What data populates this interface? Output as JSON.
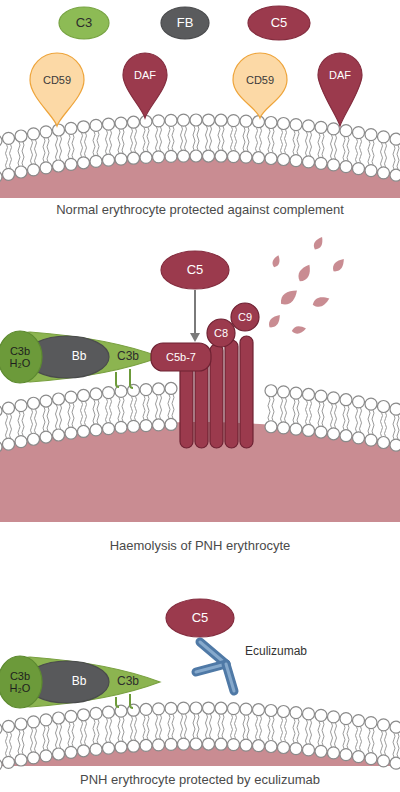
{
  "diagram": {
    "nodes": [
      {
        "text": [
          "C3"
        ]
      },
      {
        "text": [
          "FB"
        ]
      },
      {
        "text": [
          "C5"
        ]
      },
      {
        "text": [
          "CD59"
        ]
      },
      {
        "text": [
          "DAF"
        ]
      },
      {
        "text": [
          "CD59"
        ]
      },
      {
        "text": [
          "DAF"
        ]
      },
      {
        "text": [
          "C5"
        ]
      },
      {
        "text": [
          "C3b"
        ]
      },
      {
        "text": [
          "C3b H₂O"
        ],
        "in": 8
      },
      {
        "text": [
          "Bb"
        ],
        "in": 8
      },
      {
        "text": [
          "C5b-7"
        ]
      },
      {
        "text": [
          "C8"
        ]
      },
      {
        "text": [
          "C9"
        ]
      },
      {
        "text": [
          "C5"
        ]
      },
      {
        "text": [
          "C3b"
        ]
      },
      {
        "text": [
          "C3b H₂O"
        ],
        "in": 15
      },
      {
        "text": [
          "Bb"
        ],
        "in": 15
      },
      {
        "text": [
          "Eculizumab"
        ]
      }
    ],
    "edges": [
      {
        "from": 7,
        "to": 11,
        "arrow": "to"
      }
    ],
    "labels": [
      "Normal erythrocyte protected against complement",
      "Haemolysis of PNH erythrocyte",
      "PNH erythrocyte protected by eculizumab"
    ]
  }
}
